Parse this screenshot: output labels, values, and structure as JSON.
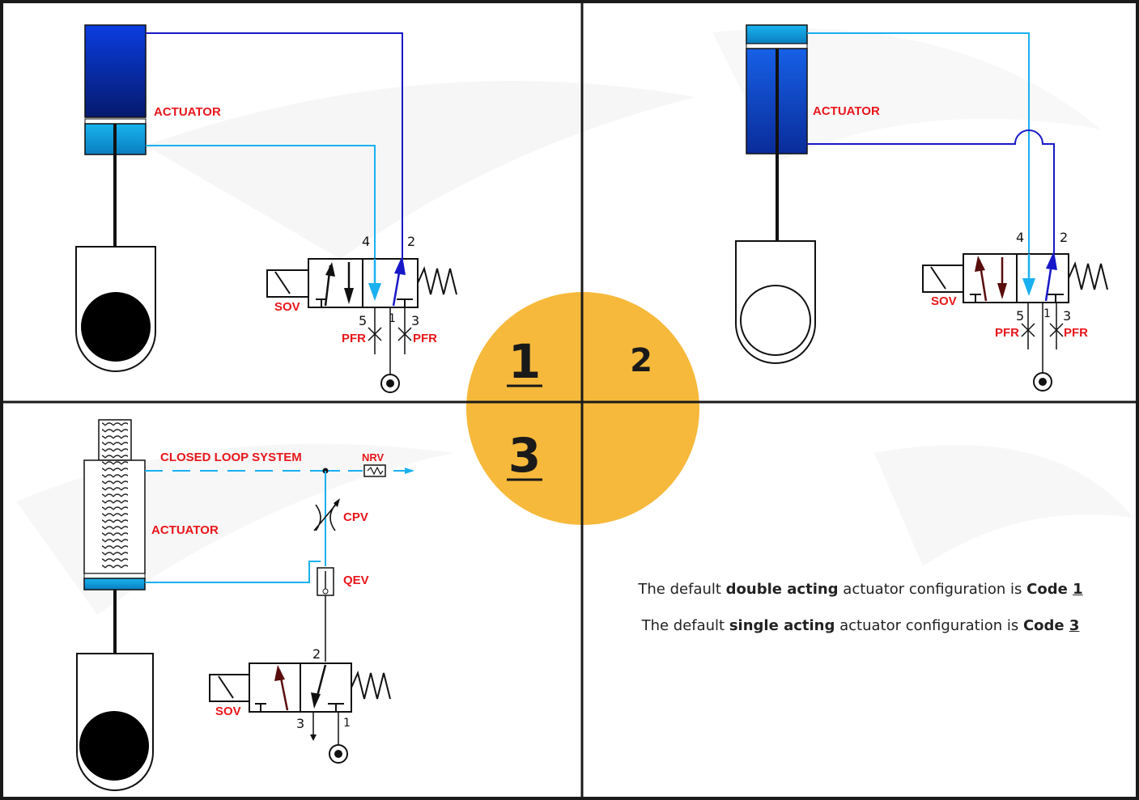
{
  "panel1": {
    "actuator": "ACTUATOR",
    "port4": "4",
    "port2": "2",
    "port5": "5",
    "port1": "1",
    "port3": "3",
    "sov": "SOV",
    "pfr_left": "PFR",
    "pfr_right": "PFR"
  },
  "panel2": {
    "actuator": "ACTUATOR",
    "port4": "4",
    "port2": "2",
    "port5": "5",
    "port1": "1",
    "port3": "3",
    "sov": "SOV",
    "pfr_left": "PFR",
    "pfr_right": "PFR"
  },
  "panel3": {
    "closed_loop": "CLOSED LOOP SYSTEM",
    "nrv": "NRV",
    "cpv": "CPV",
    "qev": "QEV",
    "actuator": "ACTUATOR",
    "port2": "2",
    "port3": "3",
    "port1": "1",
    "sov": "SOV"
  },
  "badges": {
    "code1": "1",
    "code2": "2",
    "code3": "3"
  },
  "info": {
    "line1": {
      "pre": "The  default ",
      "bold": "double acting",
      "mid": " actuator configuration is ",
      "code_label": "Code ",
      "code": "1"
    },
    "line2": {
      "pre": "The default ",
      "bold": "single acting",
      "mid": " actuator configuration is ",
      "code_label": "Code ",
      "code": "3"
    }
  },
  "colors": {
    "badge": "#f6b93b",
    "dark_blue": "#1818c8",
    "light_blue": "#1ab0f0",
    "label_red": "#e8161b"
  }
}
